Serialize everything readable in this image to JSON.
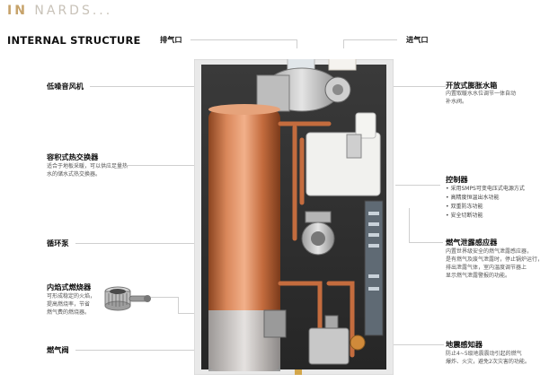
{
  "brand": {
    "lead": "IN",
    "rest": "NARDS..."
  },
  "section_title": "INTERNAL STRUCTURE",
  "labels": {
    "exhaust": "排气口",
    "intake": "进气口",
    "fan": "低噪音风机",
    "heat_exchanger": "容积式热交换器",
    "heat_exchanger_desc": [
      "适合于地板采暖，可以供应足量热",
      "水的储水式热交换器。"
    ],
    "pump": "循环泵",
    "burner": "内焰式燃烧器",
    "burner_desc": [
      "可形成稳定的火焰，",
      "提高燃烧率，节省",
      "燃气费的燃烧器。"
    ],
    "gas_valve": "燃气阀",
    "tank": "开放式膨胀水箱",
    "tank_desc": [
      "内置取暖水水位调节一体自动",
      "补水阀。"
    ],
    "controller": "控制器",
    "controller_items": [
      "采用SMPS可变电压式电源方式",
      "高精度恒温出水功能",
      "双重防冻功能",
      "安全切断功能"
    ],
    "gas_sensor": "燃气泄露感应器",
    "gas_sensor_desc": [
      "内置世界级安全的燃气泄露感应器，",
      "是有燃气及废气泄露时，停止锅炉运行，",
      "排出泄露气体，室内温度调节器上",
      "显示燃气泄露警报的功能。"
    ],
    "quake": "地震感知器",
    "quake_desc": [
      "防止4~5级地震震动引起的燃气",
      "爆炸、火灾，避免2次灾害的功能。"
    ]
  },
  "colors": {
    "accent": "#c7a36b",
    "copper": "#c8703f",
    "frame": "#e6e6e6"
  }
}
